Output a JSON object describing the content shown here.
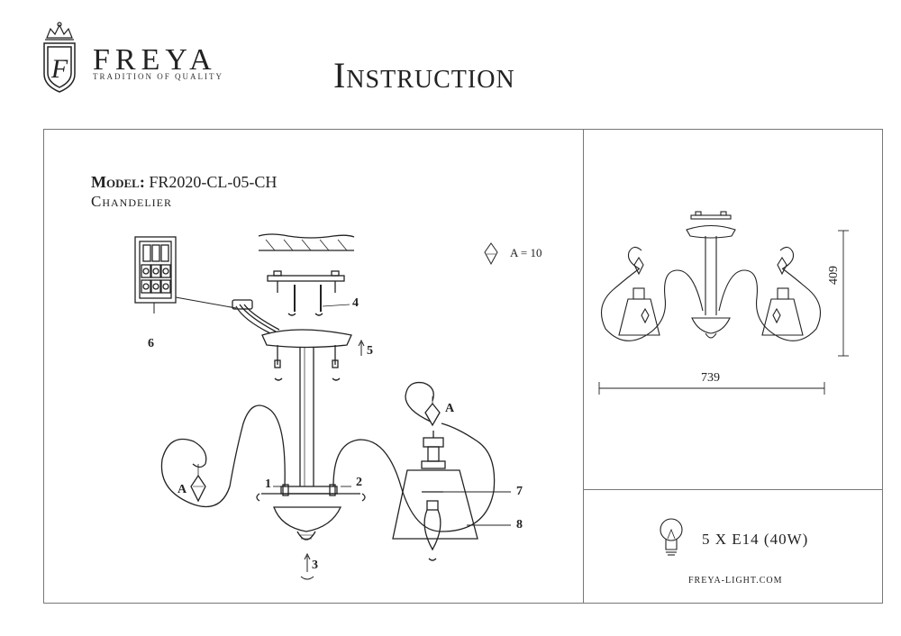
{
  "brand": {
    "name": "FREYA",
    "tagline": "TRADITION OF QUALITY",
    "logo_icon": "crowned-shield-F-icon"
  },
  "doc_title": "Instruction",
  "product": {
    "model_label": "Model:",
    "model_code": "FR2020-CL-05-CH",
    "type": "Chandelier"
  },
  "crystal_note": "A = 10",
  "callouts": {
    "n1": "1",
    "n2": "2",
    "n3": "3",
    "n4": "4",
    "n5": "5",
    "n6": "6",
    "n7": "7",
    "n8": "8",
    "a_left": "A",
    "a_right": "A"
  },
  "dimensions": {
    "width": "739",
    "height": "409"
  },
  "bulb_spec": "5 X E14 (40W)",
  "website": "FREYA-LIGHT.COM"
}
